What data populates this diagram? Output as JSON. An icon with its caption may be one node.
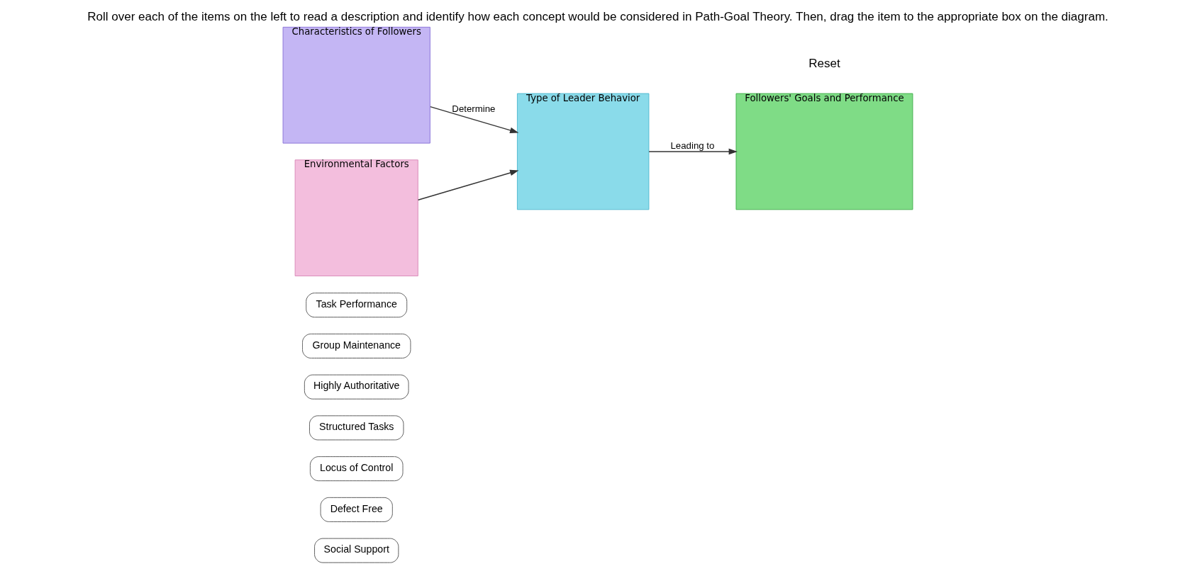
{
  "diagram": {
    "title": "Roll over each of the items on the left to read a description and identify how each concept would be considered in Path-Goal Theory. Then, drag the item to the appropriate box on the diagram.",
    "nodes": [
      {
        "text": [
          "Social Support"
        ]
      },
      {
        "text": [
          "Defect Free"
        ]
      },
      {
        "text": [
          "Locus of Control"
        ]
      },
      {
        "text": [
          "Structured Tasks"
        ]
      },
      {
        "text": [
          "Highly Authoritative"
        ]
      },
      {
        "text": [
          "Group Maintenance"
        ]
      },
      {
        "text": [
          "Task Performance"
        ]
      },
      {
        "text": [
          "Characteristics of Followers"
        ]
      },
      {
        "text": [
          "Environmental Factors"
        ]
      },
      {
        "text": [
          "Type of Leader Behavior"
        ]
      },
      {
        "text": [
          "Followers' Goals and Performance"
        ]
      }
    ],
    "edges": [
      {
        "from": 7,
        "to": 9,
        "arrow": "to",
        "label": "Determine"
      },
      {
        "from": 8,
        "to": 9,
        "arrow": "to"
      },
      {
        "from": 9,
        "to": 10,
        "arrow": "to",
        "label": "Leading to"
      }
    ],
    "labels": [
      "Reset"
    ]
  }
}
